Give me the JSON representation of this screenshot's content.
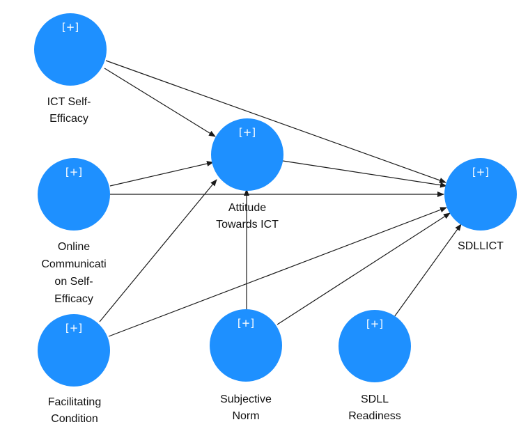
{
  "diagram": {
    "expand_marker": "[+]",
    "node_color": "#1e90ff",
    "edge_color": "#1a1a1a",
    "nodes": [
      {
        "id": "ict-self-efficacy",
        "label_lines": [
          "ICT Self-",
          "Efficacy"
        ]
      },
      {
        "id": "online-communication-self-efficacy",
        "label_lines": [
          "Online",
          "Communicati",
          "on Self-",
          "Efficacy"
        ]
      },
      {
        "id": "facilitating-condition",
        "label_lines": [
          "Facilitating",
          "Condition"
        ]
      },
      {
        "id": "attitude-towards-ict",
        "label_lines": [
          "Attitude",
          "Towards ICT"
        ]
      },
      {
        "id": "subjective-norm",
        "label_lines": [
          "Subjective",
          "Norm"
        ]
      },
      {
        "id": "sdll-readiness",
        "label_lines": [
          "SDLL",
          "Readiness"
        ]
      },
      {
        "id": "sdllict",
        "label_lines": [
          "SDLLICT"
        ]
      }
    ],
    "edges": [
      {
        "from": "ict-self-efficacy",
        "to": "attitude-towards-ict"
      },
      {
        "from": "ict-self-efficacy",
        "to": "sdllict"
      },
      {
        "from": "online-communication-self-efficacy",
        "to": "attitude-towards-ict"
      },
      {
        "from": "online-communication-self-efficacy",
        "to": "sdllict"
      },
      {
        "from": "facilitating-condition",
        "to": "attitude-towards-ict"
      },
      {
        "from": "facilitating-condition",
        "to": "sdllict"
      },
      {
        "from": "attitude-towards-ict",
        "to": "sdllict"
      },
      {
        "from": "subjective-norm",
        "to": "attitude-towards-ict"
      },
      {
        "from": "subjective-norm",
        "to": "sdllict"
      },
      {
        "from": "sdll-readiness",
        "to": "sdllict"
      }
    ]
  }
}
